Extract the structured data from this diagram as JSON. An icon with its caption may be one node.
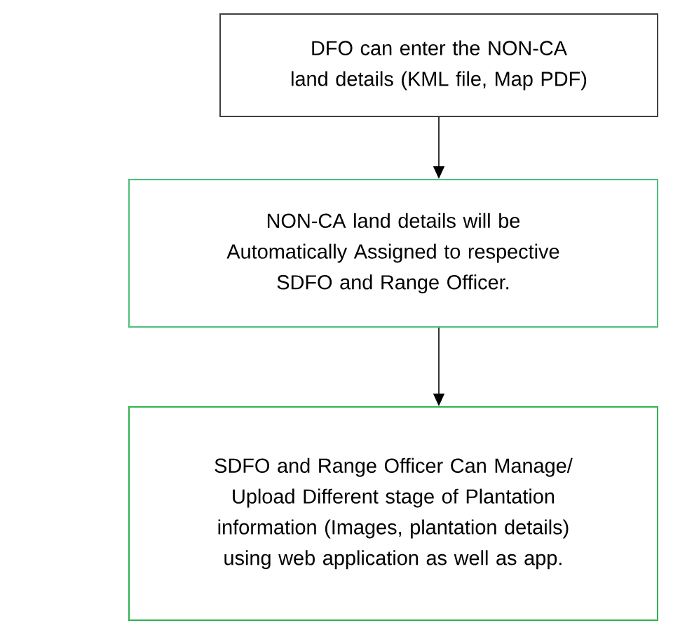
{
  "diagram": {
    "nodes": [
      {
        "text": [
          "DFO can enter the NON-CA land details (KML file, Map PDF)"
        ]
      },
      {
        "text": [
          "NON-CA land details will be Automatically Assigned to respective SDFO and Range Officer."
        ]
      },
      {
        "text": [
          "SDFO and Range Officer Can Manage/ Upload Different stage of Plantation information (Images, plantation details) using web application as well as app."
        ]
      }
    ],
    "edges": [
      {
        "from": 0,
        "to": 1,
        "arrow": "to"
      },
      {
        "from": 1,
        "to": 2,
        "arrow": "to"
      }
    ]
  }
}
